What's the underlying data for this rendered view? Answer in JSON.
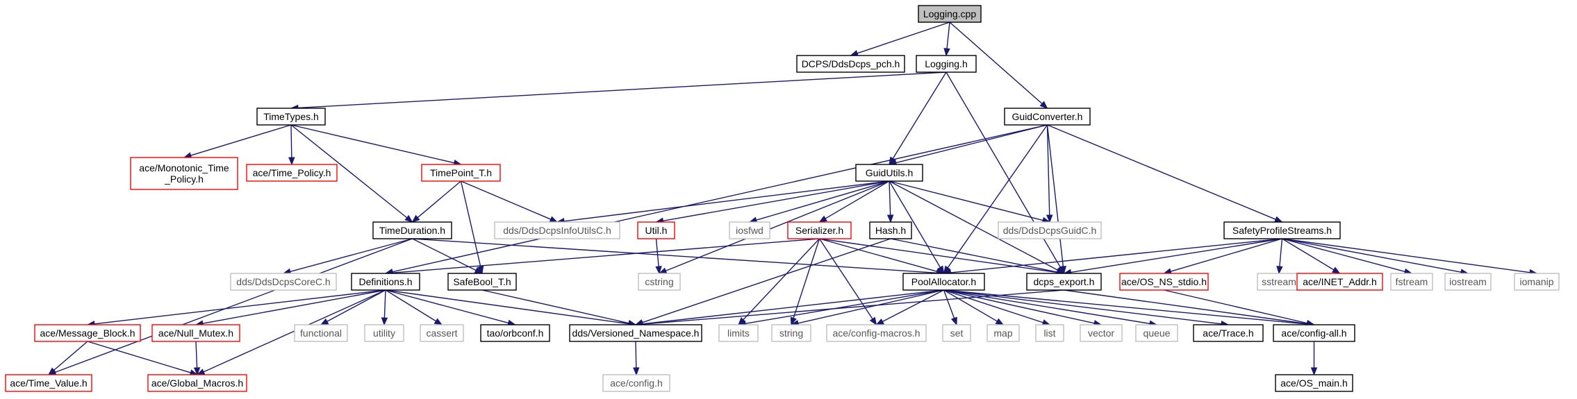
{
  "colors": {
    "edge": "#191970",
    "node_fill": "#ffffff",
    "root_fill": "#bfbfbf",
    "border_normal": "#000000",
    "border_truncated": "#ff0000",
    "border_external": "#bfbfbf",
    "text_normal": "#000000",
    "text_external": "#555555"
  },
  "nodes": [
    {
      "id": "logging_cpp",
      "label": "Logging.cpp",
      "style": "root"
    },
    {
      "id": "ddsdcps_pch",
      "label": "DCPS/DdsDcps_pch.h",
      "style": "normal"
    },
    {
      "id": "logging_h",
      "label": "Logging.h",
      "style": "normal"
    },
    {
      "id": "timetypes",
      "label": "TimeTypes.h",
      "style": "normal"
    },
    {
      "id": "guidconverter",
      "label": "GuidConverter.h",
      "style": "normal"
    },
    {
      "id": "monotonic",
      "label": "ace/Monotonic_Time\n_Policy.h",
      "style": "truncated"
    },
    {
      "id": "time_policy",
      "label": "ace/Time_Policy.h",
      "style": "truncated"
    },
    {
      "id": "timepoint",
      "label": "TimePoint_T.h",
      "style": "truncated"
    },
    {
      "id": "guidutils",
      "label": "GuidUtils.h",
      "style": "normal"
    },
    {
      "id": "timeduration",
      "label": "TimeDuration.h",
      "style": "normal"
    },
    {
      "id": "infoutilsc",
      "label": "dds/DdsDcpsInfoUtilsC.h",
      "style": "external"
    },
    {
      "id": "util",
      "label": "Util.h",
      "style": "truncated"
    },
    {
      "id": "iosfwd",
      "label": "iosfwd",
      "style": "external"
    },
    {
      "id": "serializer",
      "label": "Serializer.h",
      "style": "truncated"
    },
    {
      "id": "hash",
      "label": "Hash.h",
      "style": "normal"
    },
    {
      "id": "guidc",
      "label": "dds/DdsDcpsGuidC.h",
      "style": "external"
    },
    {
      "id": "safetyprofile",
      "label": "SafetyProfileStreams.h",
      "style": "normal"
    },
    {
      "id": "corec",
      "label": "dds/DdsDcpsCoreC.h",
      "style": "external"
    },
    {
      "id": "definitions",
      "label": "Definitions.h",
      "style": "normal"
    },
    {
      "id": "safebool",
      "label": "SafeBool_T.h",
      "style": "normal"
    },
    {
      "id": "cstring",
      "label": "cstring",
      "style": "external"
    },
    {
      "id": "poolallocator",
      "label": "PoolAllocator.h",
      "style": "normal"
    },
    {
      "id": "dcps_export",
      "label": "dcps_export.h",
      "style": "normal"
    },
    {
      "id": "os_ns_stdio",
      "label": "ace/OS_NS_stdio.h",
      "style": "truncated"
    },
    {
      "id": "sstream",
      "label": "sstream",
      "style": "external"
    },
    {
      "id": "inet_addr",
      "label": "ace/INET_Addr.h",
      "style": "truncated"
    },
    {
      "id": "fstream",
      "label": "fstream",
      "style": "external"
    },
    {
      "id": "iostream",
      "label": "iostream",
      "style": "external"
    },
    {
      "id": "iomanip",
      "label": "iomanip",
      "style": "external"
    },
    {
      "id": "message_block",
      "label": "ace/Message_Block.h",
      "style": "truncated"
    },
    {
      "id": "null_mutex",
      "label": "ace/Null_Mutex.h",
      "style": "truncated"
    },
    {
      "id": "functional",
      "label": "functional",
      "style": "external"
    },
    {
      "id": "utility",
      "label": "utility",
      "style": "external"
    },
    {
      "id": "cassert",
      "label": "cassert",
      "style": "external"
    },
    {
      "id": "orbconf",
      "label": "tao/orbconf.h",
      "style": "normal"
    },
    {
      "id": "versioned_ns",
      "label": "dds/Versioned_Namespace.h",
      "style": "normal"
    },
    {
      "id": "limits",
      "label": "limits",
      "style": "external"
    },
    {
      "id": "string",
      "label": "string",
      "style": "external"
    },
    {
      "id": "config_macros",
      "label": "ace/config-macros.h",
      "style": "external"
    },
    {
      "id": "set",
      "label": "set",
      "style": "external"
    },
    {
      "id": "map",
      "label": "map",
      "style": "external"
    },
    {
      "id": "list",
      "label": "list",
      "style": "external"
    },
    {
      "id": "vector",
      "label": "vector",
      "style": "external"
    },
    {
      "id": "queue",
      "label": "queue",
      "style": "external"
    },
    {
      "id": "ace_trace",
      "label": "ace/Trace.h",
      "style": "normal"
    },
    {
      "id": "config_all",
      "label": "ace/config-all.h",
      "style": "normal"
    },
    {
      "id": "time_value",
      "label": "ace/Time_Value.h",
      "style": "truncated"
    },
    {
      "id": "global_macros",
      "label": "ace/Global_Macros.h",
      "style": "truncated"
    },
    {
      "id": "ace_config",
      "label": "ace/config.h",
      "style": "external"
    },
    {
      "id": "os_main",
      "label": "ace/OS_main.h",
      "style": "normal"
    }
  ],
  "edges": [
    [
      "logging_cpp",
      "ddsdcps_pch"
    ],
    [
      "logging_cpp",
      "logging_h"
    ],
    [
      "logging_cpp",
      "guidconverter"
    ],
    [
      "logging_h",
      "timetypes"
    ],
    [
      "logging_h",
      "guidutils"
    ],
    [
      "logging_h",
      "dcps_export"
    ],
    [
      "timetypes",
      "monotonic"
    ],
    [
      "timetypes",
      "time_policy"
    ],
    [
      "timetypes",
      "timepoint"
    ],
    [
      "timetypes",
      "timeduration"
    ],
    [
      "guidconverter",
      "guidutils"
    ],
    [
      "guidconverter",
      "definitions"
    ],
    [
      "guidconverter",
      "guidc"
    ],
    [
      "guidconverter",
      "safetyprofile"
    ],
    [
      "guidconverter",
      "dcps_export"
    ],
    [
      "guidconverter",
      "poolallocator"
    ],
    [
      "timepoint",
      "timeduration"
    ],
    [
      "timepoint",
      "infoutilsc"
    ],
    [
      "timepoint",
      "safebool"
    ],
    [
      "guidutils",
      "infoutilsc"
    ],
    [
      "guidutils",
      "util"
    ],
    [
      "guidutils",
      "iosfwd"
    ],
    [
      "guidutils",
      "serializer"
    ],
    [
      "guidutils",
      "hash"
    ],
    [
      "guidutils",
      "guidc"
    ],
    [
      "guidutils",
      "cstring"
    ],
    [
      "guidutils",
      "poolallocator"
    ],
    [
      "guidutils",
      "dcps_export"
    ],
    [
      "timeduration",
      "corec"
    ],
    [
      "timeduration",
      "safebool"
    ],
    [
      "timeduration",
      "poolallocator"
    ],
    [
      "timeduration",
      "time_value"
    ],
    [
      "util",
      "cstring"
    ],
    [
      "serializer",
      "definitions"
    ],
    [
      "serializer",
      "poolallocator"
    ],
    [
      "serializer",
      "dcps_export"
    ],
    [
      "serializer",
      "limits"
    ],
    [
      "serializer",
      "string"
    ],
    [
      "serializer",
      "config_macros"
    ],
    [
      "hash",
      "dcps_export"
    ],
    [
      "hash",
      "versioned_ns"
    ],
    [
      "safetyprofile",
      "poolallocator"
    ],
    [
      "safetyprofile",
      "dcps_export"
    ],
    [
      "safetyprofile",
      "os_ns_stdio"
    ],
    [
      "safetyprofile",
      "sstream"
    ],
    [
      "safetyprofile",
      "inet_addr"
    ],
    [
      "safetyprofile",
      "fstream"
    ],
    [
      "safetyprofile",
      "iostream"
    ],
    [
      "safetyprofile",
      "iomanip"
    ],
    [
      "definitions",
      "message_block"
    ],
    [
      "definitions",
      "null_mutex"
    ],
    [
      "definitions",
      "functional"
    ],
    [
      "definitions",
      "utility"
    ],
    [
      "definitions",
      "cassert"
    ],
    [
      "definitions",
      "orbconf"
    ],
    [
      "definitions",
      "versioned_ns"
    ],
    [
      "definitions",
      "global_macros"
    ],
    [
      "safebool",
      "versioned_ns"
    ],
    [
      "poolallocator",
      "versioned_ns"
    ],
    [
      "poolallocator",
      "limits"
    ],
    [
      "poolallocator",
      "string"
    ],
    [
      "poolallocator",
      "config_macros"
    ],
    [
      "poolallocator",
      "set"
    ],
    [
      "poolallocator",
      "map"
    ],
    [
      "poolallocator",
      "list"
    ],
    [
      "poolallocator",
      "vector"
    ],
    [
      "poolallocator",
      "queue"
    ],
    [
      "poolallocator",
      "ace_trace"
    ],
    [
      "poolallocator",
      "config_all"
    ],
    [
      "dcps_export",
      "config_all"
    ],
    [
      "dcps_export",
      "versioned_ns"
    ],
    [
      "os_ns_stdio",
      "config_all"
    ],
    [
      "message_block",
      "time_value"
    ],
    [
      "message_block",
      "global_macros"
    ],
    [
      "null_mutex",
      "global_macros"
    ],
    [
      "versioned_ns",
      "ace_config"
    ],
    [
      "config_all",
      "os_main"
    ]
  ]
}
